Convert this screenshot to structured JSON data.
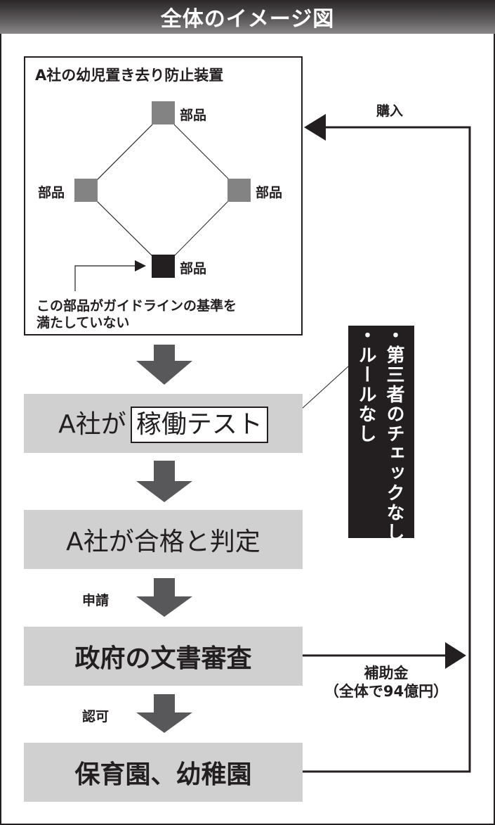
{
  "title": "全体のイメージ図",
  "device": {
    "title": "A社の幼児置き去り防止装置",
    "parts": [
      {
        "position": "top",
        "label": "部品",
        "status": "normal"
      },
      {
        "position": "left",
        "label": "部品",
        "status": "normal"
      },
      {
        "position": "right",
        "label": "部品",
        "status": "normal"
      },
      {
        "position": "bottom",
        "label": "部品",
        "status": "non-compliant"
      }
    ],
    "note_line1": "この部品がガイドラインの基準を",
    "note_line2": "満たしていない"
  },
  "steps": [
    {
      "prefix": "A社が",
      "highlight": "稼働テスト"
    },
    {
      "text": "A社が合格と判定"
    },
    {
      "text": "政府の文書審査"
    },
    {
      "text": "保育園、幼稚園"
    }
  ],
  "flow_labels": {
    "apply": "申請",
    "approve": "認可",
    "purchase": "購入",
    "subsidy_line1": "補助金",
    "subsidy_line2": "（全体で94億円）"
  },
  "callout": {
    "items": [
      "・第三者のチェックなし",
      "・ルールなし"
    ]
  },
  "colors": {
    "part_normal": "#848384",
    "part_flagged": "#231f20",
    "step_fill": "#d1d0d1",
    "arrow_fill": "#58585a",
    "ink": "#231f20"
  }
}
